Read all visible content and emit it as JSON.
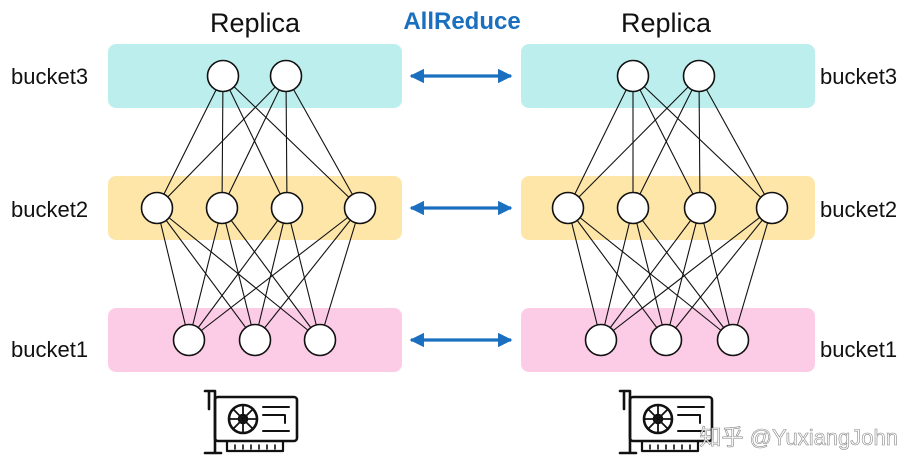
{
  "left_replica": {
    "title": "Replica",
    "buckets": [
      {
        "label": "bucket3",
        "color": "#bdeeee"
      },
      {
        "label": "bucket2",
        "color": "#fde6a8"
      },
      {
        "label": "bucket1",
        "color": "#fccce6"
      }
    ]
  },
  "right_replica": {
    "title": "Replica",
    "buckets": [
      {
        "label": "bucket3",
        "color": "#bdeeee"
      },
      {
        "label": "bucket2",
        "color": "#fde6a8"
      },
      {
        "label": "bucket1",
        "color": "#fccce6"
      }
    ]
  },
  "allreduce": {
    "label": "AllReduce",
    "color": "#1a6fbf"
  },
  "network": {
    "layer_sizes": [
      2,
      4,
      3
    ]
  },
  "gpu_icon": "graphics-card-icon",
  "watermark": "知乎 @YuxiangJohn"
}
